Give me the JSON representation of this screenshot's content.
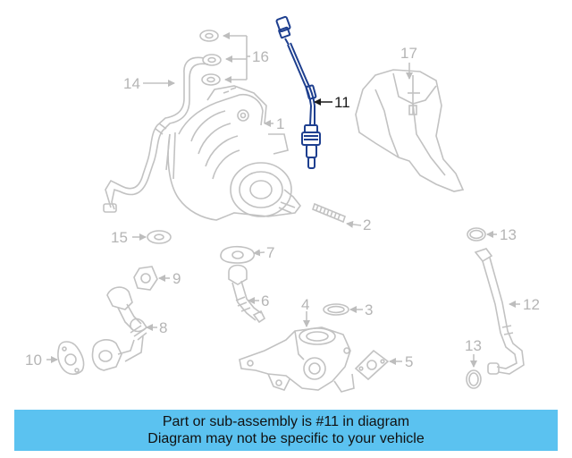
{
  "colors": {
    "line_gray": "#c2c2c2",
    "highlight": "#1e3f8f",
    "label_dark": "#1a1a1a",
    "banner_bg": "#5bc2f0"
  },
  "callouts": {
    "c1": "1",
    "c2": "2",
    "c3": "3",
    "c4": "4",
    "c5": "5",
    "c6": "6",
    "c7": "7",
    "c8": "8",
    "c9": "9",
    "c10": "10",
    "c11": "11",
    "c12": "12",
    "c13a": "13",
    "c13b": "13",
    "c14": "14",
    "c15": "15",
    "c16": "16",
    "c17": "17"
  },
  "banner": {
    "line1": "Part or sub-assembly is #11 in diagram",
    "line2": "Diagram may not be specific to your vehicle"
  }
}
